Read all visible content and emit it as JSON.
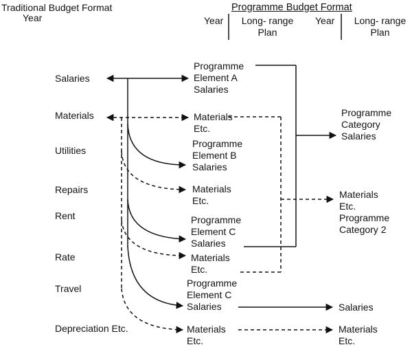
{
  "traditional": {
    "title_line1": "Traditional Budget Format",
    "title_line2": "Year",
    "items": [
      "Salaries",
      "Materials",
      "Utilities",
      "Repairs",
      "Rent",
      "Rate",
      "Travel",
      "Depreciation Etc."
    ]
  },
  "programme": {
    "title": "Programme Budget Format",
    "col1": "Year",
    "col2_line1": "Long- range",
    "col2_line2": "Plan",
    "col3": "Year",
    "col4_line1": "Long- range",
    "col4_line2": "Plan"
  },
  "elements": [
    {
      "lines": [
        "Programme",
        "Element A",
        "Salaries"
      ]
    },
    {
      "lines": [
        "Materials",
        "Etc."
      ]
    },
    {
      "lines": [
        "Programme",
        "Element B",
        "Salaries"
      ]
    },
    {
      "lines": [
        "Materials",
        "Etc."
      ]
    },
    {
      "lines": [
        "Programme",
        "Element C",
        "Salaries"
      ]
    },
    {
      "lines": [
        "Materials",
        "Etc."
      ]
    },
    {
      "lines": [
        "Programme",
        "Element C",
        "Salaries"
      ]
    },
    {
      "lines": [
        "Materials",
        "Etc."
      ]
    }
  ],
  "categories": {
    "salaries": [
      "Programme",
      "Category",
      "Salaries"
    ],
    "materials": [
      "Materials",
      "Etc.",
      "Programme",
      "Category 2"
    ],
    "travel": "Salaries",
    "depreciation": [
      "Materials",
      "Etc."
    ]
  }
}
